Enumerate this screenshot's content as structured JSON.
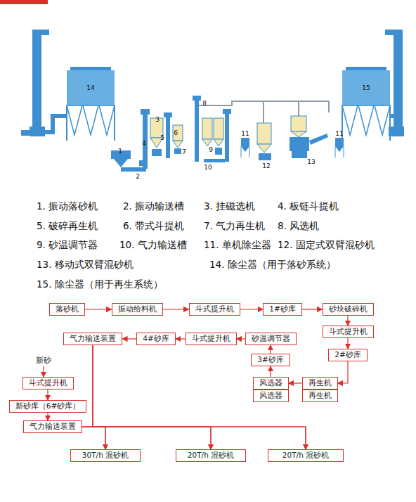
{
  "diagram": {
    "nodes": [
      {
        "text": [
          "落砂机"
        ]
      },
      {
        "text": [
          "振动给料机"
        ]
      },
      {
        "text": [
          "斗式提升机"
        ]
      },
      {
        "text": [
          "1#砂库"
        ]
      },
      {
        "text": [
          "砂块破碎机"
        ]
      },
      {
        "text": [
          "斗式提升机"
        ]
      },
      {
        "text": [
          "2#砂库"
        ]
      },
      {
        "text": [
          "再生机"
        ]
      },
      {
        "text": [
          "再生机"
        ]
      },
      {
        "text": [
          "风选器"
        ]
      },
      {
        "text": [
          "风选器"
        ]
      },
      {
        "text": [
          "3#砂库"
        ]
      },
      {
        "text": [
          "砂温调节器"
        ]
      },
      {
        "text": [
          "斗式提升机"
        ]
      },
      {
        "text": [
          "4#砂库"
        ]
      },
      {
        "text": [
          "气力输送装置"
        ]
      },
      {
        "text": [
          "新砂"
        ]
      },
      {
        "text": [
          "斗式提升机"
        ]
      },
      {
        "text": [
          "新砂库（6#砂库）"
        ]
      },
      {
        "text": [
          "气力输送装置"
        ]
      },
      {
        "text": [
          "30T/h 混砂机"
        ]
      },
      {
        "text": [
          "20T/h 混砂机"
        ]
      },
      {
        "text": [
          "20T/h 混砂机"
        ]
      }
    ],
    "edges": [
      {
        "from": 0,
        "to": 1,
        "arrow": "to"
      },
      {
        "from": 1,
        "to": 2,
        "arrow": "to"
      },
      {
        "from": 2,
        "to": 3,
        "arrow": "to"
      },
      {
        "from": 3,
        "to": 4,
        "arrow": "to"
      },
      {
        "from": 4,
        "to": 5,
        "arrow": "to"
      },
      {
        "from": 5,
        "to": 6,
        "arrow": "to"
      },
      {
        "from": 6,
        "to": 7,
        "arrow": "to"
      },
      {
        "from": 7,
        "to": 9,
        "arrow": "to"
      },
      {
        "from": 9,
        "to": 11,
        "arrow": "to"
      },
      {
        "from": 11,
        "to": 12,
        "arrow": "to"
      },
      {
        "from": 12,
        "to": 13,
        "arrow": "to"
      },
      {
        "from": 13,
        "to": 14,
        "arrow": "to"
      },
      {
        "from": 14,
        "to": 15,
        "arrow": "to"
      },
      {
        "from": 15,
        "to": 20,
        "arrow": "to"
      },
      {
        "from": 15,
        "to": 21,
        "arrow": "to"
      },
      {
        "from": 15,
        "to": 22,
        "arrow": "to"
      },
      {
        "from": 16,
        "to": 17,
        "arrow": "to"
      },
      {
        "from": 17,
        "to": 18,
        "arrow": "to"
      },
      {
        "from": 18,
        "to": 19,
        "arrow": "to"
      },
      {
        "from": 19,
        "to": 20,
        "arrow": "to"
      },
      {
        "from": 19,
        "to": 21,
        "arrow": "to"
      },
      {
        "from": 19,
        "to": 22,
        "arrow": "to"
      }
    ],
    "labels": [
      "14",
      "15",
      "8",
      "1",
      "2",
      "3",
      "4",
      "5",
      "6",
      "7",
      "9",
      "10",
      "11",
      "12",
      "13",
      "11",
      "1. 振动落砂机",
      "2. 振动输送槽",
      "3. 挂磁选机",
      "4. 板链斗提机",
      "5. 破碎再生机",
      "6. 带式斗提机",
      "7. 气力再生机",
      "8. 风选机",
      "9. 砂温调节器",
      "10. 气力输送槽",
      "11. 单机除尘器",
      "12. 固定式双臂混砂机",
      "13. 移动式双臂混砂机",
      "14. 除尘器（用于落砂系统）",
      "15. 除尘器（用于再生系统）"
    ]
  }
}
